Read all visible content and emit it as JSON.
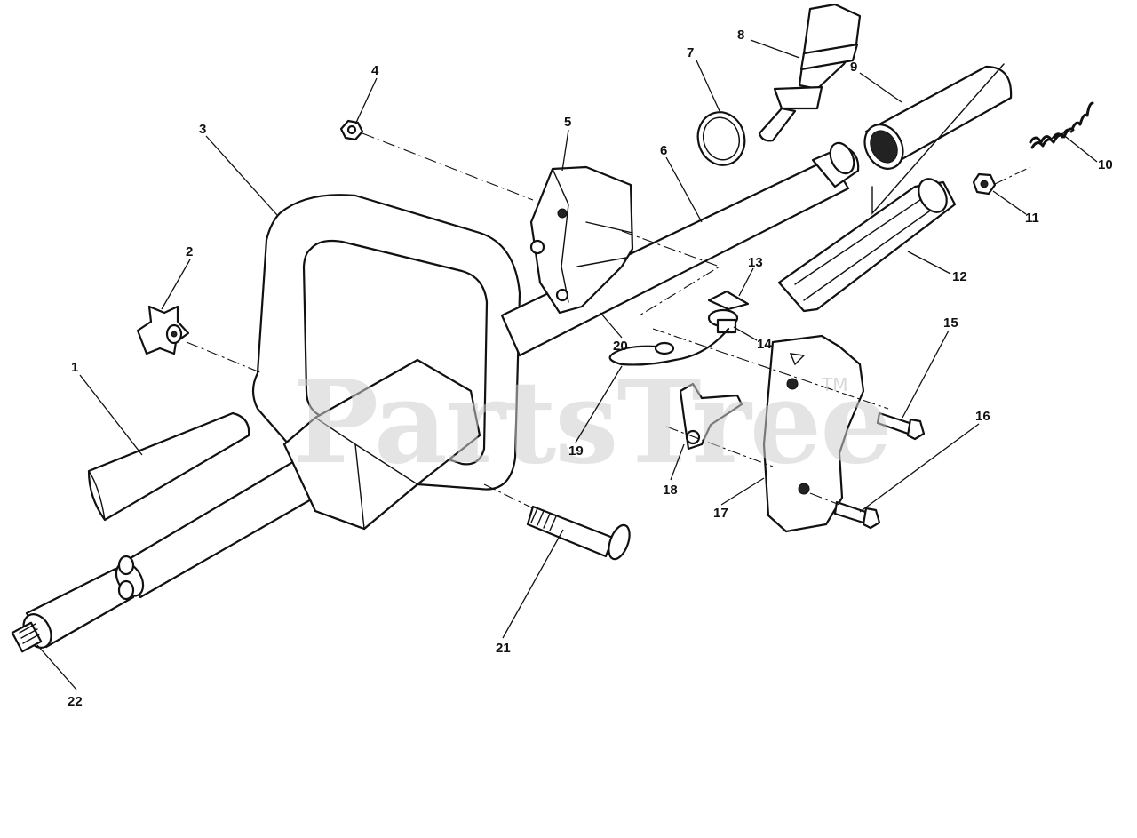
{
  "watermark": {
    "text": "PartsTree",
    "trademark": "TM"
  },
  "callouts": [
    "1",
    "2",
    "3",
    "4",
    "5",
    "6",
    "7",
    "8",
    "9",
    "10",
    "11",
    "12",
    "13",
    "14",
    "15",
    "16",
    "17",
    "18",
    "19",
    "20",
    "21",
    "22"
  ]
}
